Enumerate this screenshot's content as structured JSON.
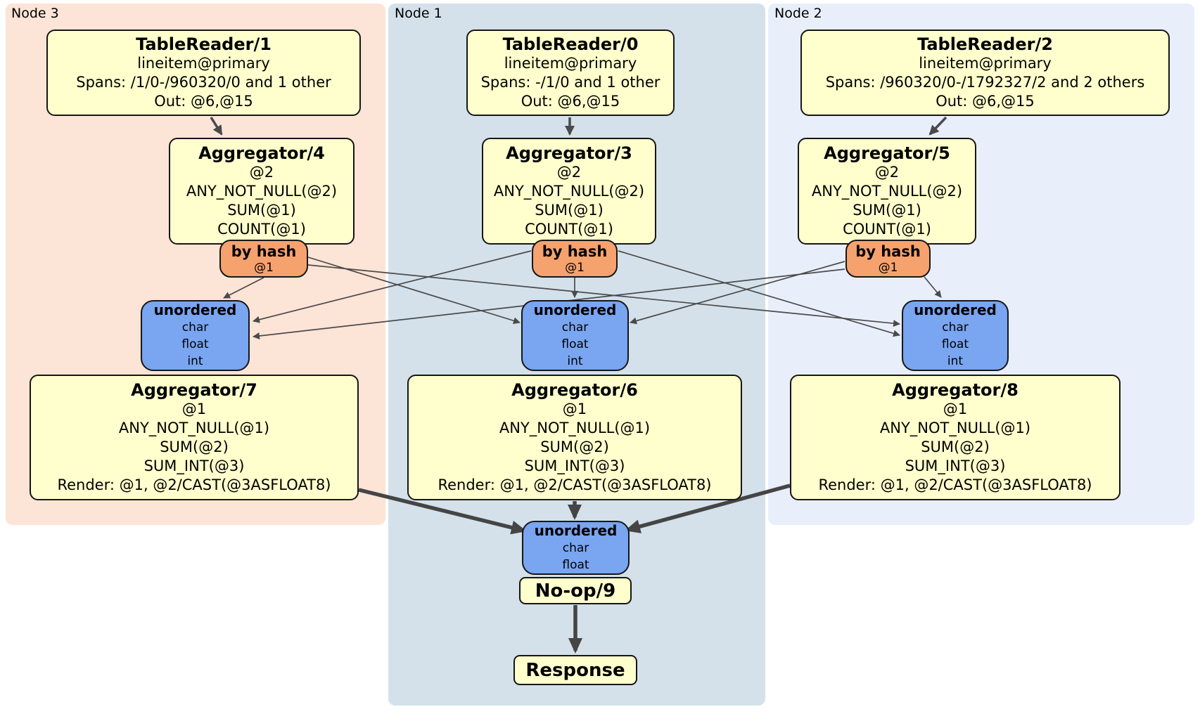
{
  "regions": {
    "node3": {
      "label": "Node 3"
    },
    "node1": {
      "label": "Node 1"
    },
    "node2": {
      "label": "Node 2"
    }
  },
  "nodes": {
    "tr1": {
      "title": "TableReader/1",
      "lines": [
        "lineitem@primary",
        "Spans: /1/0-/960320/0 and 1 other",
        "Out: @6,@15"
      ]
    },
    "tr0": {
      "title": "TableReader/0",
      "lines": [
        "lineitem@primary",
        "Spans: -/1/0 and 1 other",
        "Out: @6,@15"
      ]
    },
    "tr2": {
      "title": "TableReader/2",
      "lines": [
        "lineitem@primary",
        "Spans: /960320/0-/1792327/2 and 2 others",
        "Out: @6,@15"
      ]
    },
    "agg4": {
      "title": "Aggregator/4",
      "lines": [
        "@2",
        "ANY_NOT_NULL(@2)",
        "SUM(@1)",
        "COUNT(@1)"
      ]
    },
    "agg3": {
      "title": "Aggregator/3",
      "lines": [
        "@2",
        "ANY_NOT_NULL(@2)",
        "SUM(@1)",
        "COUNT(@1)"
      ]
    },
    "agg5": {
      "title": "Aggregator/5",
      "lines": [
        "@2",
        "ANY_NOT_NULL(@2)",
        "SUM(@1)",
        "COUNT(@1)"
      ]
    },
    "agg7": {
      "title": "Aggregator/7",
      "lines": [
        "@1",
        "ANY_NOT_NULL(@1)",
        "SUM(@2)",
        "SUM_INT(@3)",
        "Render: @1, @2/CAST(@3ASFLOAT8)"
      ]
    },
    "agg6": {
      "title": "Aggregator/6",
      "lines": [
        "@1",
        "ANY_NOT_NULL(@1)",
        "SUM(@2)",
        "SUM_INT(@3)",
        "Render: @1, @2/CAST(@3ASFLOAT8)"
      ]
    },
    "agg8": {
      "title": "Aggregator/8",
      "lines": [
        "@1",
        "ANY_NOT_NULL(@1)",
        "SUM(@2)",
        "SUM_INT(@3)",
        "Render: @1, @2/CAST(@3ASFLOAT8)"
      ]
    },
    "noop": {
      "title": "No-op/9"
    },
    "response": {
      "title": "Response"
    }
  },
  "routers": {
    "r4": {
      "label": "by hash",
      "detail": "@1"
    },
    "r3": {
      "label": "by hash",
      "detail": "@1"
    },
    "r5": {
      "label": "by hash",
      "detail": "@1"
    }
  },
  "syncs": {
    "s7": {
      "label": "unordered",
      "lines": [
        "char",
        "float",
        "int"
      ]
    },
    "s6": {
      "label": "unordered",
      "lines": [
        "char",
        "float",
        "int"
      ]
    },
    "s8": {
      "label": "unordered",
      "lines": [
        "char",
        "float",
        "int"
      ]
    },
    "sf": {
      "label": "unordered",
      "lines": [
        "char",
        "float"
      ]
    }
  },
  "colors": {
    "node3_bg": "#fce4d6",
    "node1_bg": "#d4e1ea",
    "node2_bg": "#e9effa",
    "processor_bg": "#ffffcd",
    "router_bg": "#f6a26e",
    "sync_bg": "#79a5f1",
    "edge": "#4a4a4a",
    "border": "#161616"
  }
}
